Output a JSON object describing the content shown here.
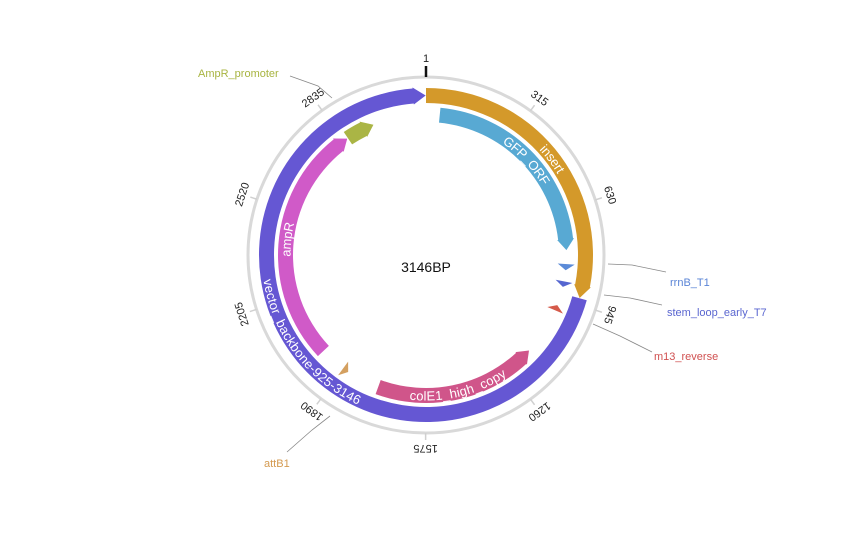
{
  "plasmid": {
    "length_label": "3146BP",
    "length": 3146,
    "ring_color": "#d9d9d9",
    "ticks": [
      "1",
      "315",
      "630",
      "945",
      "1260",
      "1575",
      "1890",
      "2205",
      "2520",
      "2835"
    ],
    "tick_values": [
      1,
      315,
      630,
      945,
      1260,
      1575,
      1890,
      2205,
      2520,
      2835
    ]
  },
  "features": [
    {
      "name": "insert",
      "label": "insert",
      "start": 1,
      "end": 924,
      "direction": "forward",
      "track": "outer",
      "color": "#d4992a",
      "show_label": true
    },
    {
      "name": "vector-backbone",
      "label": "vector_backbone-925-3146",
      "start": 925,
      "end": 3146,
      "direction": "forward",
      "track": "outer",
      "color": "#6557d3",
      "show_label": true
    },
    {
      "name": "gfp-orf",
      "label": "GFP_ORF",
      "start": 50,
      "end": 770,
      "direction": "forward",
      "track": "inner",
      "color": "#58a9d3",
      "show_label": true
    },
    {
      "name": "ampr",
      "label": "ampR",
      "start": 1984,
      "end": 2849,
      "direction": "forward",
      "track": "inner",
      "color": "#d05ac8",
      "show_label": true
    },
    {
      "name": "ampr-promoter",
      "label": "AmpR_promoter",
      "start": 2852,
      "end": 2955,
      "direction": "forward",
      "track": "inner",
      "color": "#aab545",
      "show_label": false
    },
    {
      "name": "cole1-high-copy",
      "label": "colE1_high_copy",
      "start": 1162,
      "end": 1748,
      "direction": "reverse",
      "track": "inner",
      "color": "#d0558a",
      "show_label": true
    },
    {
      "name": "rrnb-t1",
      "label": "rrnB_T1",
      "start": 820,
      "end": 842,
      "direction": "forward",
      "track": "inner",
      "color": "#5b8bd8",
      "show_label": false
    },
    {
      "name": "stem-loop-early-t7",
      "label": "stem_loop_early_T7",
      "start": 882,
      "end": 902,
      "direction": "forward",
      "track": "inner",
      "color": "#5566d0",
      "show_label": false
    },
    {
      "name": "m13-reverse",
      "label": "m13_reverse",
      "start": 970,
      "end": 990,
      "direction": "reverse",
      "track": "inner",
      "color": "#d55a4a",
      "show_label": false
    },
    {
      "name": "attb1",
      "label": "attB1",
      "start": 1868,
      "end": 1890,
      "direction": "reverse",
      "track": "inner",
      "color": "#d4a060",
      "show_label": false
    }
  ],
  "external_labels": [
    {
      "text": "AmpR_promoter",
      "color": "#a8b440"
    },
    {
      "text": "rrnB_T1",
      "color": "#5a84d6"
    },
    {
      "text": "stem_loop_early_T7",
      "color": "#5a66d0"
    },
    {
      "text": "m13_reverse",
      "color": "#d05050"
    },
    {
      "text": "attB1",
      "color": "#d49a50"
    }
  ]
}
